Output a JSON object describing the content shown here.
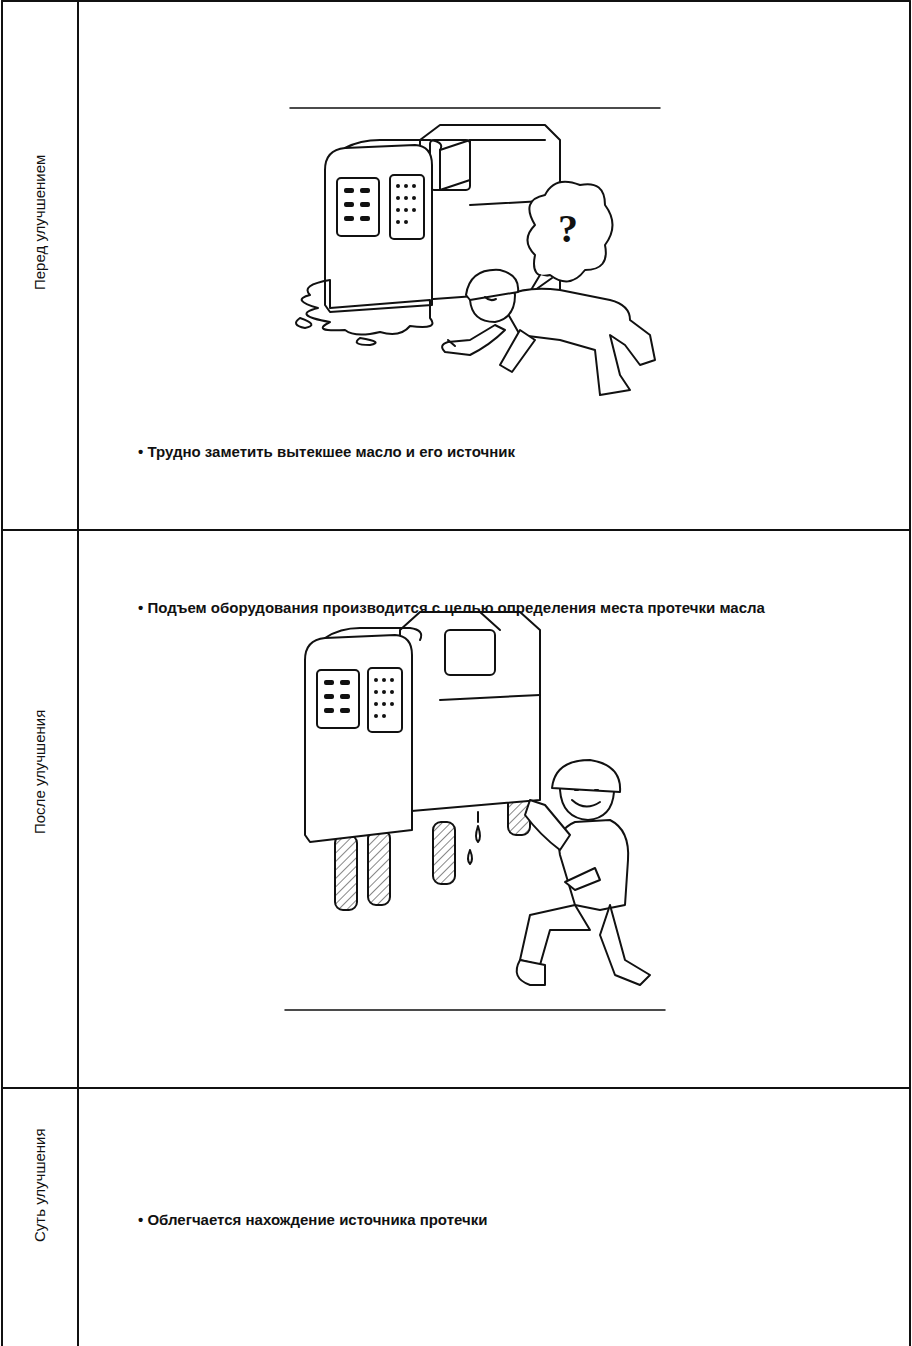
{
  "diagram": {
    "nodes": [
      {
        "text": [
          "Перед улучшением",
          "• Трудно заметить вытекшее масло и его источник"
        ]
      },
      {
        "text": [
          "После улучшения",
          "• Подъем оборудования производится с целью определения места протечки масла"
        ]
      },
      {
        "text": [
          "Суть улучшения",
          "• Облегчается нахождение источника протечки"
        ]
      }
    ],
    "labels": [
      "?"
    ]
  }
}
